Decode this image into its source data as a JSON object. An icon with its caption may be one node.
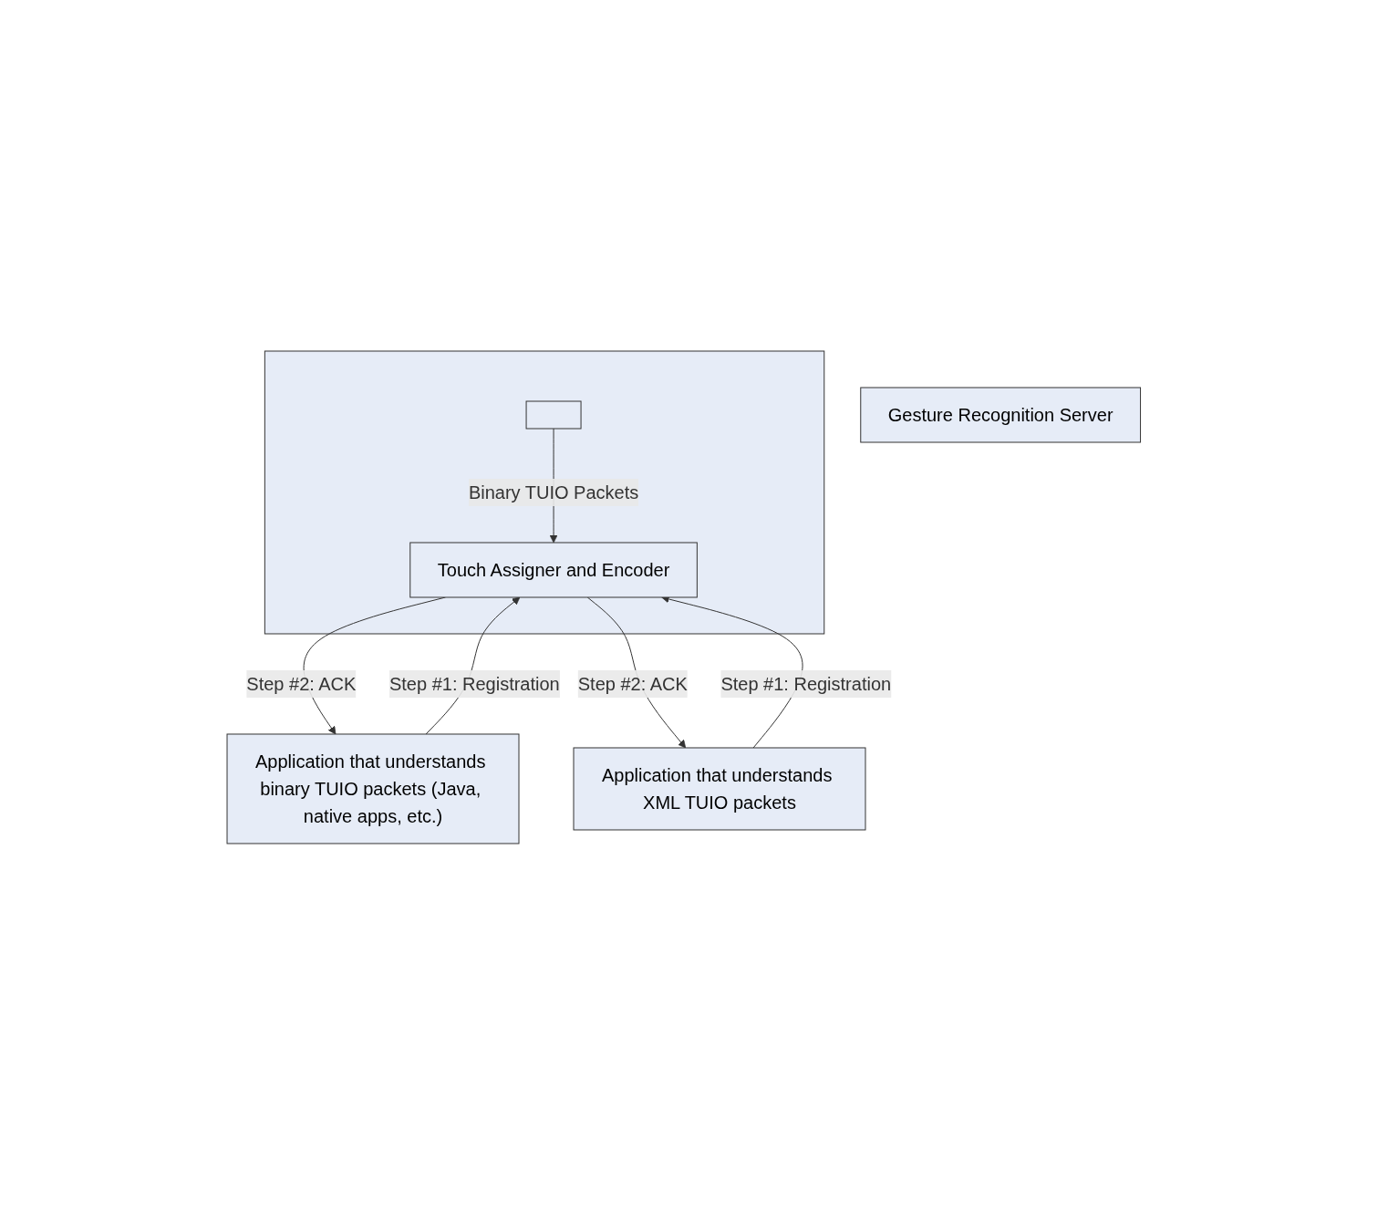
{
  "diagram": {
    "nodes": [
      {
        "text": [],
        "shape": "box"
      },
      {
        "text": [],
        "shape": "box",
        "in": 0
      },
      {
        "text": [
          "Touch Assigner and Encoder"
        ],
        "in": 0
      },
      {
        "text": [
          "Application that understands binary TUIO packets (Java, native apps, etc.)"
        ]
      },
      {
        "text": [
          "Application that understands XML TUIO packets"
        ]
      },
      {
        "text": [
          "Gesture Recognition Server"
        ]
      }
    ],
    "edges": [
      {
        "from": 1,
        "to": 2,
        "arrow": "to",
        "label": "Binary TUIO Packets"
      },
      {
        "from": 3,
        "to": 2,
        "arrow": "to",
        "label": "Step #1: Registration"
      },
      {
        "from": 2,
        "to": 3,
        "arrow": "to",
        "label": "Step #2: ACK"
      },
      {
        "from": 4,
        "to": 2,
        "arrow": "to",
        "label": "Step #1: Registration"
      },
      {
        "from": 2,
        "to": 4,
        "arrow": "to",
        "label": "Step #2: ACK"
      }
    ]
  }
}
